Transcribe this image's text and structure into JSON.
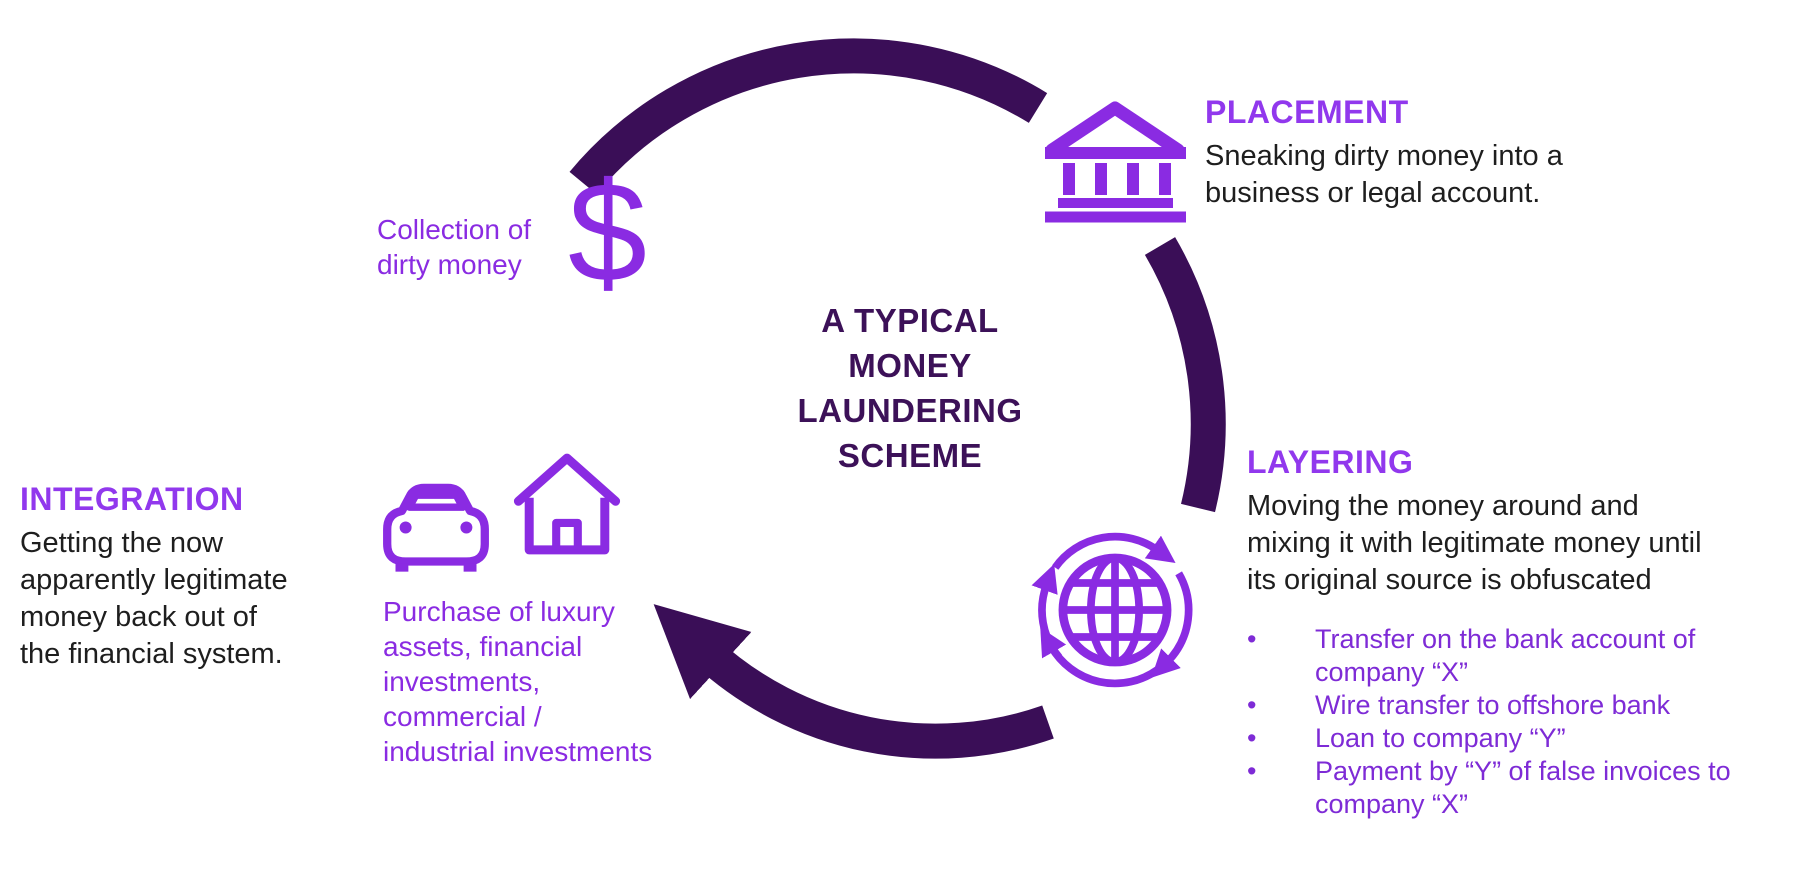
{
  "colors": {
    "accent_purple": "#8A2BE2",
    "heading_purple": "#9138ED",
    "bullet_purple": "#7E2BD6",
    "dark_purple": "#3A0E57",
    "title_purple": "#3C1158",
    "body_text": "#1E1E1E",
    "background": "#FFFFFF"
  },
  "title": {
    "lines": [
      "A TYPICAL",
      "MONEY",
      "LAUNDERING",
      "SCHEME"
    ]
  },
  "stages": {
    "placement": {
      "heading": "PLACEMENT",
      "description_lines": [
        "Sneaking dirty money into a",
        "business or legal account."
      ]
    },
    "layering": {
      "heading": "LAYERING",
      "description_lines": [
        "Moving the money around and",
        "mixing it with legitimate money until",
        "its original source is obfuscated"
      ],
      "bullets": [
        {
          "lines": [
            "Transfer on the bank account of",
            "company “X”"
          ]
        },
        {
          "lines": [
            "Wire transfer to offshore bank"
          ]
        },
        {
          "lines": [
            "Loan to company “Y”"
          ]
        },
        {
          "lines": [
            "Payment by “Y” of false invoices to",
            "company “X”"
          ]
        }
      ]
    },
    "integration": {
      "heading": "INTEGRATION",
      "description_lines": [
        "Getting the now",
        "apparently legitimate",
        "money back out of",
        "the financial system."
      ]
    }
  },
  "labels": {
    "collection_lines": [
      "Collection of",
      "dirty money"
    ],
    "purchase_lines": [
      "Purchase of luxury",
      "assets, financial",
      "investments,",
      "commercial /",
      "industrial investments"
    ],
    "dollar_symbol": "$",
    "bullet_char": "•"
  },
  "icons": {
    "dollar": "dollar-sign-icon",
    "bank": "bank-building-icon",
    "globe": "globe-circulation-icon",
    "car": "car-icon",
    "house": "house-icon"
  }
}
